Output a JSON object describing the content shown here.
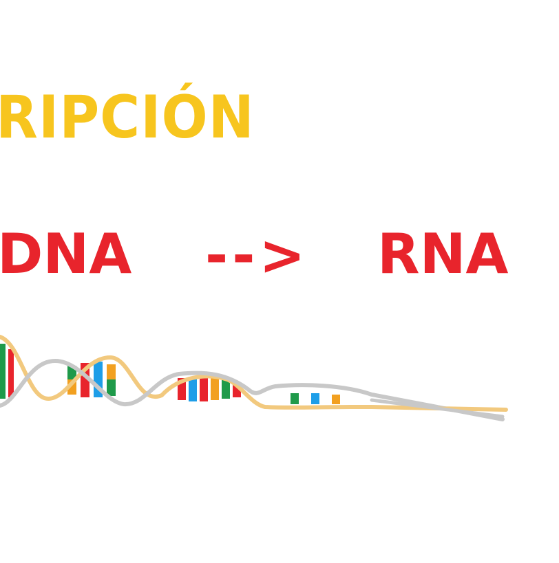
{
  "title": {
    "text": "RIPCIÓN",
    "color": "#f7c51e"
  },
  "equation": {
    "left": "DNA",
    "arrow": "-->",
    "right": "RNA",
    "color": "#e8242c"
  },
  "helix_colors": {
    "strand_gray": "#c8c8c8",
    "strand_tan": "#f2c97e",
    "base_green": "#1f9a4a",
    "base_red": "#e8242c",
    "base_blue": "#1e9ee8",
    "base_orange": "#f2a020"
  }
}
